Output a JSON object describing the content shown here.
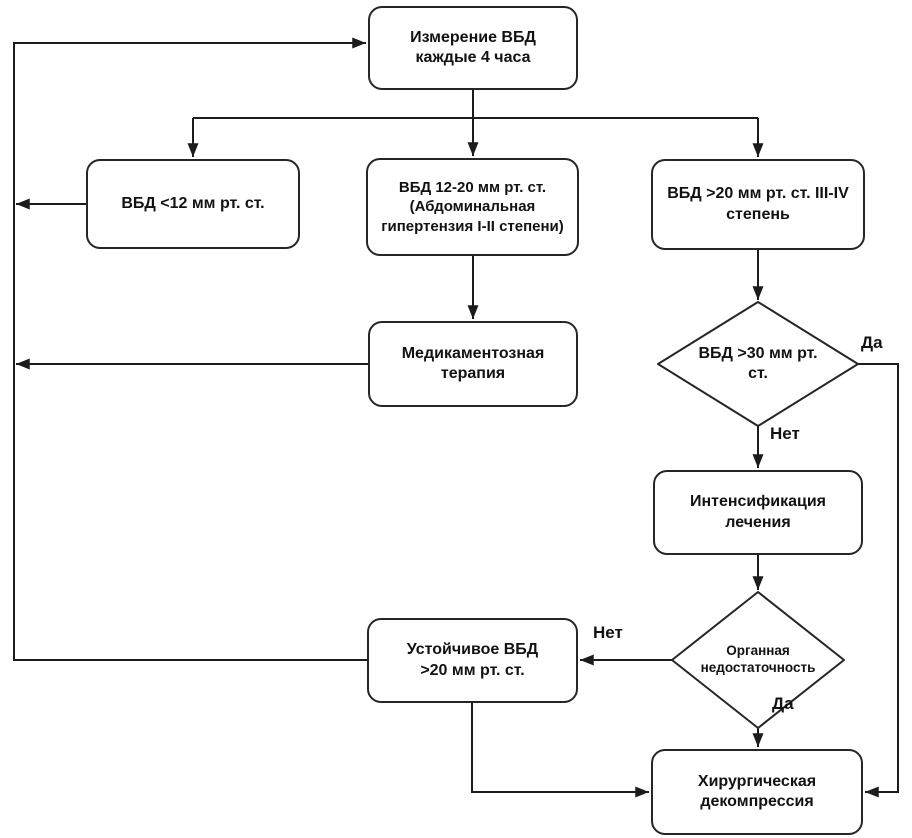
{
  "diagram": {
    "type": "flowchart",
    "nodes": {
      "measure": {
        "shape": "process",
        "label": "Измерение ВБД каждые 4 часа"
      },
      "low": {
        "shape": "process",
        "label": "ВБД <12 мм рт. ст."
      },
      "mid": {
        "shape": "process",
        "label": "ВБД 12-20 мм рт. ст. (Абдоминальная гипертензия I-II степени)"
      },
      "high": {
        "shape": "process",
        "label": "ВБД >20 мм рт. ст. III-IV степень"
      },
      "therapy": {
        "shape": "process",
        "label": "Медикаментозная терапия"
      },
      "d1": {
        "shape": "decision",
        "label": "ВБД >30 мм рт. ст."
      },
      "intensify": {
        "shape": "process",
        "label": "Интенсификация лечения"
      },
      "d2": {
        "shape": "decision",
        "label": "Органная недостаточность"
      },
      "sustained": {
        "shape": "process",
        "label": "Устойчивое ВБД >20 мм рт. ст."
      },
      "surgery": {
        "shape": "process",
        "label": "Хирургическая декомпрессия"
      }
    },
    "edge_labels": {
      "d1_yes": "Да",
      "d1_no": "Нет",
      "d2_no": "Нет",
      "d2_yes": "Да"
    },
    "edges": [
      {
        "from": "measure",
        "to": "low"
      },
      {
        "from": "measure",
        "to": "mid"
      },
      {
        "from": "measure",
        "to": "high"
      },
      {
        "from": "mid",
        "to": "therapy"
      },
      {
        "from": "high",
        "to": "d1"
      },
      {
        "from": "d1",
        "to": "surgery",
        "label": "Да"
      },
      {
        "from": "d1",
        "to": "intensify",
        "label": "Нет"
      },
      {
        "from": "intensify",
        "to": "d2"
      },
      {
        "from": "d2",
        "to": "sustained",
        "label": "Нет"
      },
      {
        "from": "d2",
        "to": "surgery",
        "label": "Да"
      },
      {
        "from": "sustained",
        "to": "surgery"
      },
      {
        "from": "low",
        "to": "measure"
      },
      {
        "from": "therapy",
        "to": "measure"
      },
      {
        "from": "sustained",
        "to": "measure"
      }
    ],
    "colors": {
      "line": "#1c1c1c",
      "node_border": "#262626",
      "node_fill": "#ffffff",
      "text": "#121212",
      "background": "#ffffff"
    }
  }
}
